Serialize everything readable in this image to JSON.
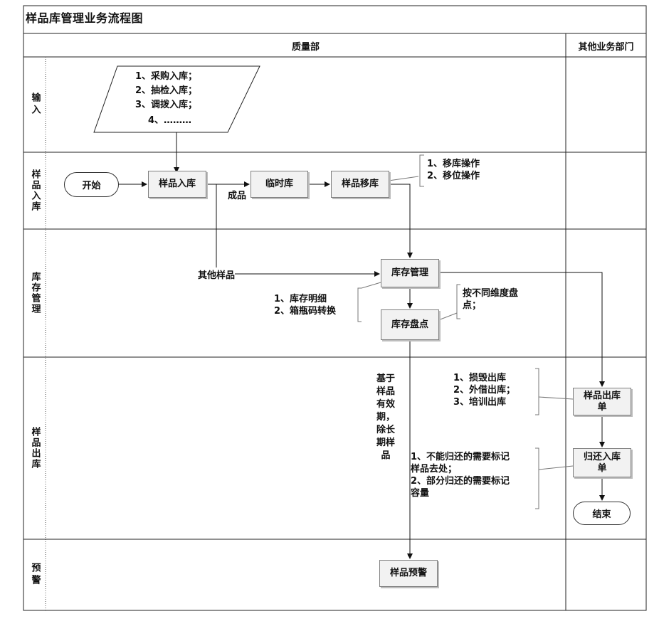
{
  "title": "样品库管理业务流程图",
  "columns": {
    "main": "质量部",
    "other": "其他业务部门"
  },
  "lanes": [
    "输入",
    "样品入库",
    "库存管理",
    "样品出库",
    "预警"
  ],
  "input_list": [
    "1、采购入库；",
    "2、抽检入库；",
    "3、调拨入库；",
    "4、………"
  ],
  "nodes": {
    "start": "开始",
    "sample_in": "样品入库",
    "temp": "临时库",
    "move": "样品移库",
    "inventory": "库存管理",
    "count": "库存盘点",
    "out_order": "样品出库单",
    "return_order": "归还入库单",
    "end": "结束",
    "warning": "样品预警"
  },
  "labels": {
    "finished": "成品",
    "other_samples": "其他样品",
    "expiry": [
      "基于",
      "样品",
      "有效",
      "期，",
      "除长",
      "期样",
      "品"
    ]
  },
  "notes": {
    "move_ops": "1、移库操作\n2、移位操作",
    "inv_detail": "1、库存明细\n2、箱瓶码转换",
    "count_dims": "按不同维度盘\n点；",
    "out_types": "1、损毁出库\n2、外借出库；\n3、培训出库",
    "return_marks": "1、不能归还的需要标记\n样品去处；\n2、部分归还的需要标记\n容量"
  }
}
